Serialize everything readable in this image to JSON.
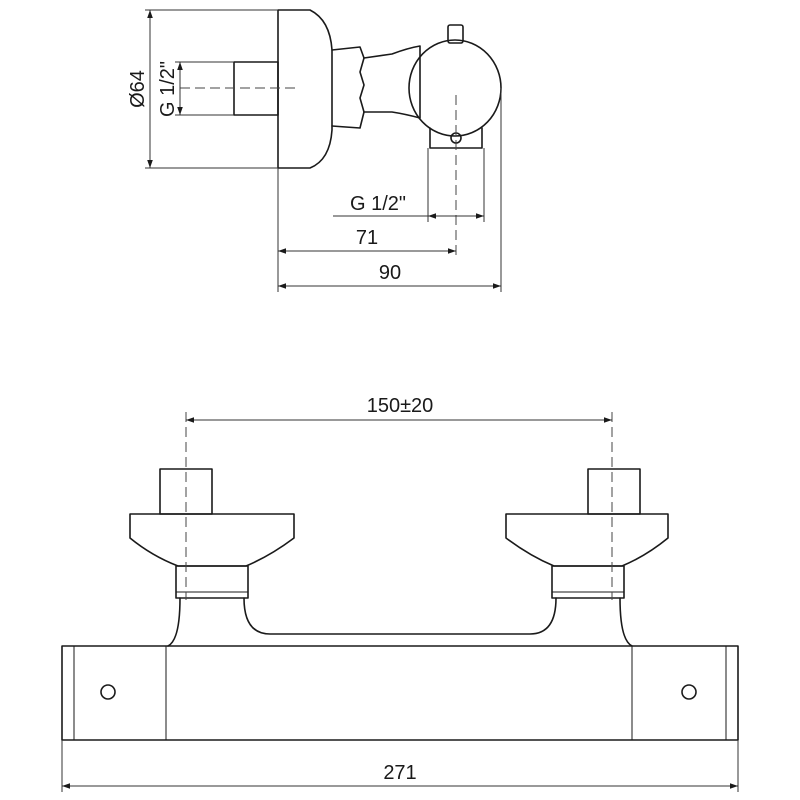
{
  "top_view": {
    "dim_flange_diameter": "Ø64",
    "dim_inlet_thread": "G 1/2\"",
    "dim_outlet_thread": "G 1/2\"",
    "dim_outlet_depth": "71",
    "dim_total_depth": "90"
  },
  "front_view": {
    "dim_inlet_spacing": "150±20",
    "dim_total_width": "271"
  },
  "colors": {
    "line": "#1a1a1a",
    "background": "#ffffff"
  }
}
